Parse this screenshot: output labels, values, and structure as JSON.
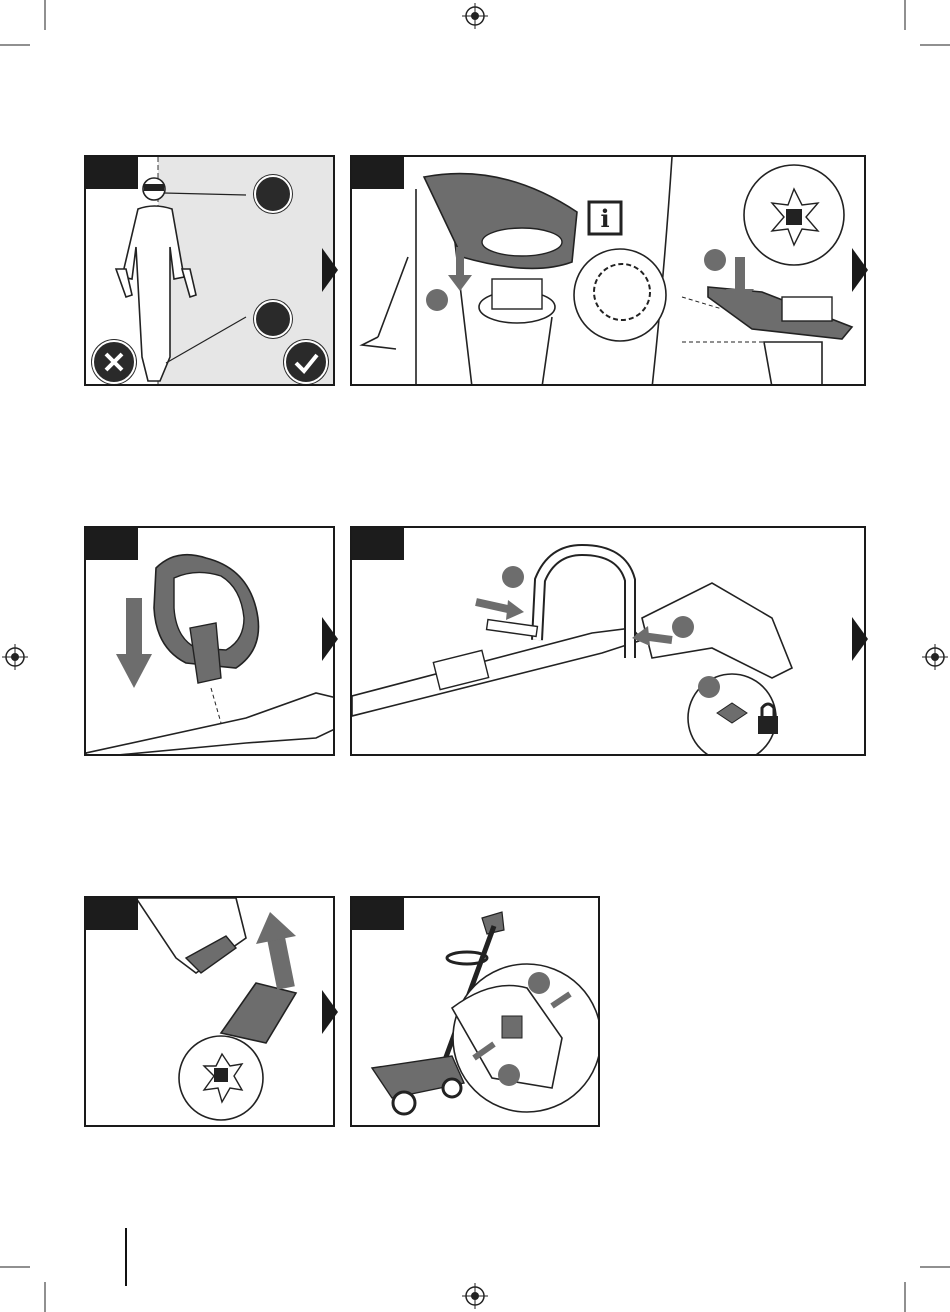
{
  "page": {
    "background": "#ffffff",
    "ink": "#1a1a1a",
    "grey": "#6d6d6d",
    "light_grey": "#e6e6e6"
  },
  "panels": [
    {
      "id": "panel-1",
      "icons": [
        "person-icon",
        "safety-glasses-icon",
        "safety-boots-icon",
        "cross-icon",
        "check-icon"
      ]
    },
    {
      "id": "panel-2",
      "info_label": "i",
      "icons": [
        "trimmer-icon",
        "guard-icon",
        "info-icon",
        "battery-icon"
      ]
    },
    {
      "id": "panel-3",
      "icons": [
        "handle-icon",
        "down-arrow-icon"
      ]
    },
    {
      "id": "panel-4",
      "icons": [
        "handle-assembly-icon",
        "bolt-icon",
        "knob-icon",
        "lock-icon"
      ]
    },
    {
      "id": "panel-5",
      "icons": [
        "battery-insert-icon",
        "up-arrow-icon"
      ]
    },
    {
      "id": "panel-6",
      "icons": [
        "mower-icon",
        "switch-detail-icon"
      ]
    }
  ]
}
